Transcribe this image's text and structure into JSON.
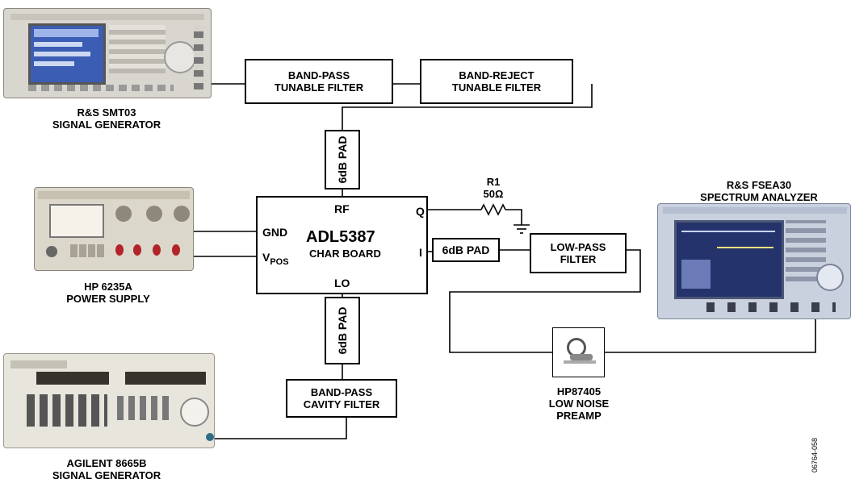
{
  "instruments": {
    "smt03": {
      "line1": "R&S SMT03",
      "line2": "SIGNAL GENERATOR"
    },
    "hp6235a": {
      "line1": "HP 6235A",
      "line2": "POWER SUPPLY"
    },
    "agilent": {
      "line1": "AGILENT 8665B",
      "line2": "SIGNAL GENERATOR"
    },
    "fsea30": {
      "line1": "R&S FSEA30",
      "line2": "SPECTRUM ANALYZER"
    },
    "preamp": {
      "line1": "HP87405",
      "line2": "LOW NOISE",
      "line3": "PREAMP"
    }
  },
  "filters": {
    "bandpass_tunable": {
      "line1": "BAND-PASS",
      "line2": "TUNABLE FILTER"
    },
    "bandreject_tunable": {
      "line1": "BAND-REJECT",
      "line2": "TUNABLE FILTER"
    },
    "lowpass": {
      "line1": "LOW-PASS",
      "line2": "FILTER"
    },
    "bandpass_cavity": {
      "line1": "BAND-PASS",
      "line2": "CAVITY FILTER"
    }
  },
  "pads": {
    "rf_pad": "6dB PAD",
    "lo_pad": "6dB PAD",
    "i_pad": "6dB PAD"
  },
  "board": {
    "name": "ADL5387",
    "subtitle": "CHAR BOARD",
    "pin_rf": "RF",
    "pin_lo": "LO",
    "pin_q": "Q",
    "pin_i": "I",
    "pin_gnd": "GND",
    "pin_vpos": "V",
    "pin_vpos_sub": "POS"
  },
  "resistor": {
    "name": "R1",
    "value": "50Ω"
  },
  "figure_id": "06764-058"
}
